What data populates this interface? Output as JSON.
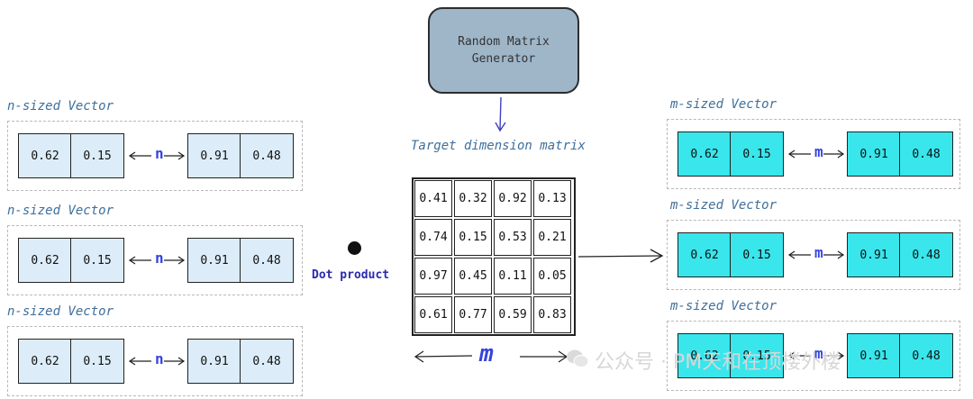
{
  "generator": {
    "line1": "Random Matrix",
    "line2": "Generator"
  },
  "target_label": "Target dimension matrix",
  "dot_product_label": "Dot product",
  "matrix_dim_label": "m",
  "matrix": [
    [
      "0.41",
      "0.32",
      "0.92",
      "0.13"
    ],
    [
      "0.74",
      "0.15",
      "0.53",
      "0.21"
    ],
    [
      "0.97",
      "0.45",
      "0.11",
      "0.05"
    ],
    [
      "0.61",
      "0.77",
      "0.59",
      "0.83"
    ]
  ],
  "left_vectors": [
    {
      "title": "n-sized Vector",
      "dim_label": "n",
      "values": [
        "0.62",
        "0.15",
        "0.91",
        "0.48"
      ]
    },
    {
      "title": "n-sized Vector",
      "dim_label": "n",
      "values": [
        "0.62",
        "0.15",
        "0.91",
        "0.48"
      ]
    },
    {
      "title": "n-sized Vector",
      "dim_label": "n",
      "values": [
        "0.62",
        "0.15",
        "0.91",
        "0.48"
      ]
    }
  ],
  "right_vectors": [
    {
      "title": "m-sized Vector",
      "dim_label": "m",
      "values": [
        "0.62",
        "0.15",
        "0.91",
        "0.48"
      ]
    },
    {
      "title": "m-sized Vector",
      "dim_label": "m",
      "values": [
        "0.62",
        "0.15",
        "0.91",
        "0.48"
      ]
    },
    {
      "title": "m-sized Vector",
      "dim_label": "m",
      "values": [
        "0.62",
        "0.15",
        "0.91",
        "0.48"
      ]
    }
  ],
  "watermark": "公众号 · PM天和在顶楼外楼",
  "colors": {
    "left_cell": "#dcedf9",
    "right_cell": "#38e6ec",
    "generator": "#9fb6c9",
    "accent": "#3344dd"
  },
  "icons": {
    "watermark_icon": "wechat-icon"
  }
}
